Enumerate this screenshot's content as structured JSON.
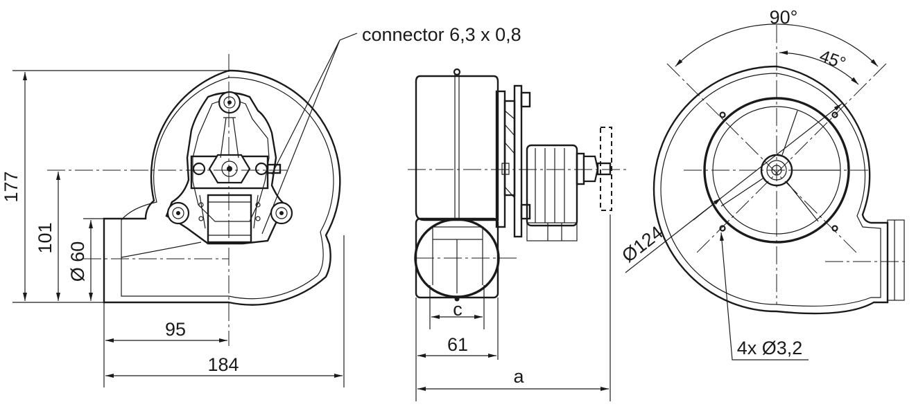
{
  "labels": {
    "connector": "connector 6,3 x 0,8",
    "dim_height_total": "177",
    "dim_outlet_center": "101",
    "dim_outlet_dia": "Ø 60",
    "dim_axis_offset": "95",
    "dim_width_total": "184",
    "dim_c": "c",
    "dim_depth_housing": "61",
    "dim_a": "a",
    "angle_90": "90°",
    "angle_45": "45°",
    "dim_bolt_circle": "Ø124",
    "dim_holes": "4x Ø3,2"
  }
}
